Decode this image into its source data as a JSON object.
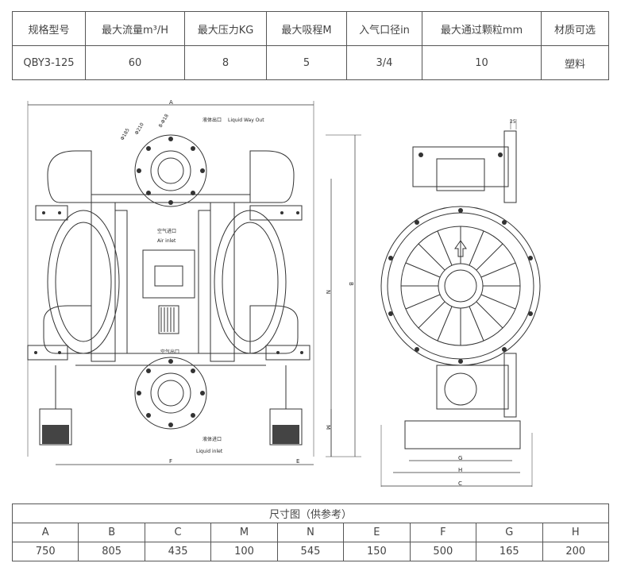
{
  "spec_table": {
    "headers": [
      "规格型号",
      "最大流量m³/H",
      "最大压力KG",
      "最大吸程M",
      "入气口径in",
      "最大通过颗粒mm",
      "材质可选"
    ],
    "row": [
      "QBY3-125",
      "60",
      "8",
      "5",
      "3/4",
      "10",
      "塑料"
    ]
  },
  "drawing": {
    "labels": {
      "outlet_cn": "液体出口",
      "outlet_en": "Liquid Way Out",
      "air_inlet_cn": "空气进口",
      "air_inlet_en": "Air inlet",
      "air_outlet_cn": "空气出口",
      "inlet_cn": "液体进口",
      "inlet_en": "Liquid inlet",
      "bolt": "8-Φ18",
      "dia1": "Φ185",
      "dia2": "Φ210",
      "flange_t": "25"
    },
    "dims": {
      "A": "A",
      "B": "B",
      "N": "N",
      "M": "M",
      "F": "F",
      "E": "E",
      "G": "G",
      "H": "H",
      "C": "C"
    }
  },
  "dims_table": {
    "caption": "尺寸图（供参考）",
    "headers": [
      "A",
      "B",
      "C",
      "M",
      "N",
      "E",
      "F",
      "G",
      "H"
    ],
    "values": [
      "750",
      "805",
      "435",
      "100",
      "545",
      "150",
      "500",
      "165",
      "200"
    ]
  }
}
